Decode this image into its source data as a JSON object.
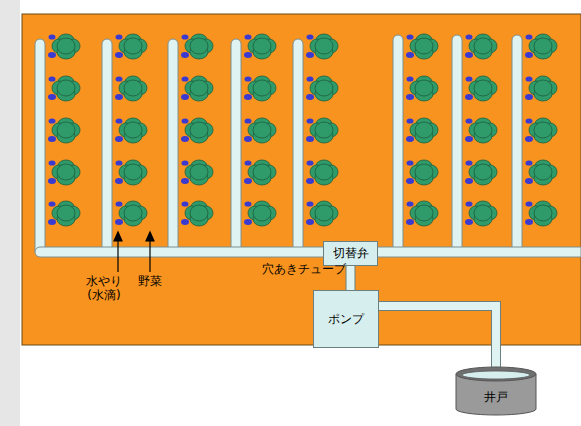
{
  "diagram": {
    "nodes": [
      {
        "text": [
          "切替弁"
        ]
      },
      {
        "text": [
          "ポンプ"
        ]
      },
      {
        "text": [
          "井戸"
        ]
      }
    ],
    "edges": [
      {
        "from": 0,
        "to": 1,
        "arrow": "none"
      },
      {
        "from": 1,
        "to": 2,
        "arrow": "none"
      }
    ],
    "labels": [
      "穴あきチューブ",
      "水やり (水滴)",
      "野菜"
    ]
  }
}
